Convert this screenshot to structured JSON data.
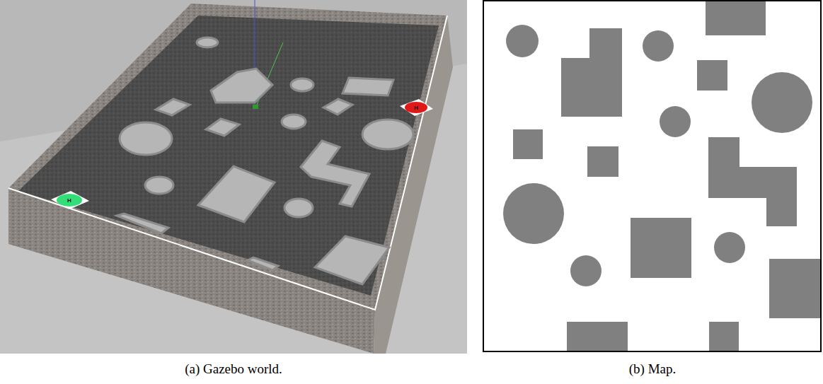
{
  "diagram": {
    "labels": [
      "(a) Gazebo world.",
      "(b) Map.",
      "H",
      "H"
    ]
  }
}
